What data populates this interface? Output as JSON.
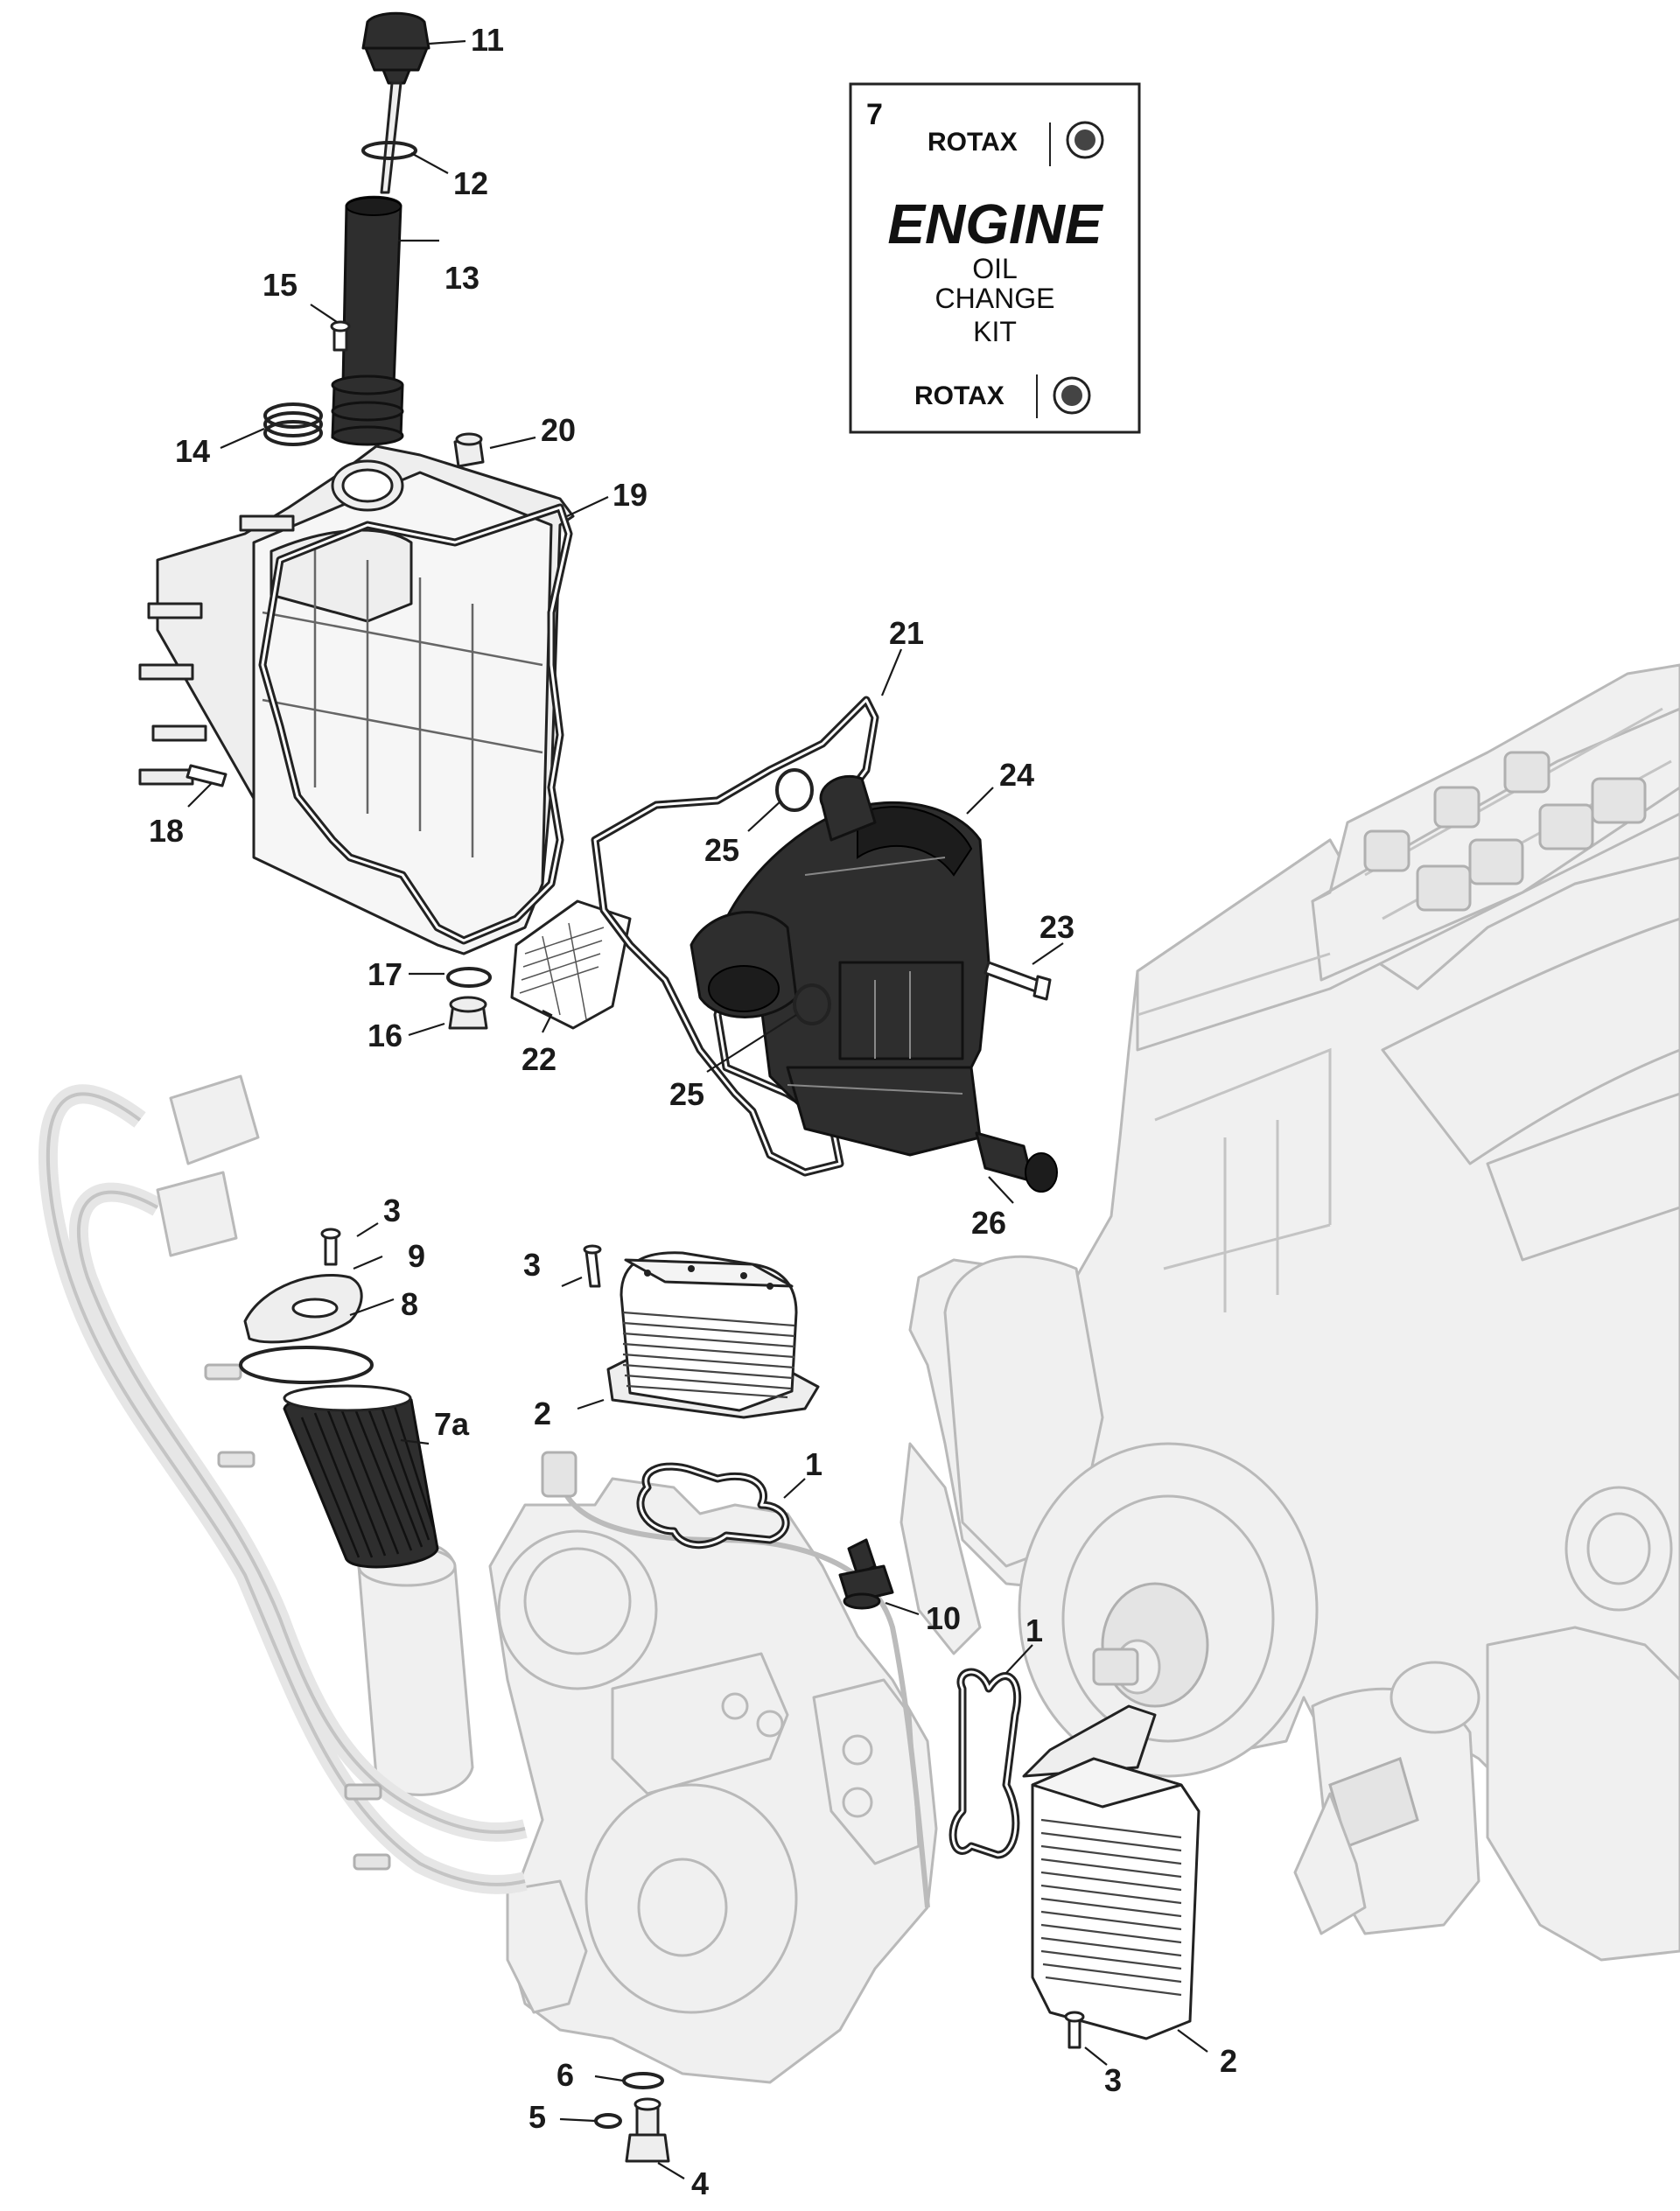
{
  "kit_box": {
    "number": "7",
    "brand_top": "ROTAX",
    "title": "ENGINE",
    "lines": [
      "OIL",
      "CHANGE",
      "KIT"
    ],
    "brand_bottom": "ROTAX"
  },
  "callouts": [
    "1",
    "1",
    "2",
    "2",
    "3",
    "3",
    "3",
    "4",
    "5",
    "6",
    "7a",
    "8",
    "9",
    "10",
    "11",
    "12",
    "13",
    "14",
    "15",
    "16",
    "17",
    "18",
    "19",
    "20",
    "21",
    "22",
    "23",
    "24",
    "25",
    "25",
    "26"
  ],
  "colors": {
    "ink": "#1a1a1a",
    "ghost_fill": "#f0f0f0",
    "ghost_stroke": "#b9b9b9",
    "dark_part": "#2e2e2e"
  }
}
